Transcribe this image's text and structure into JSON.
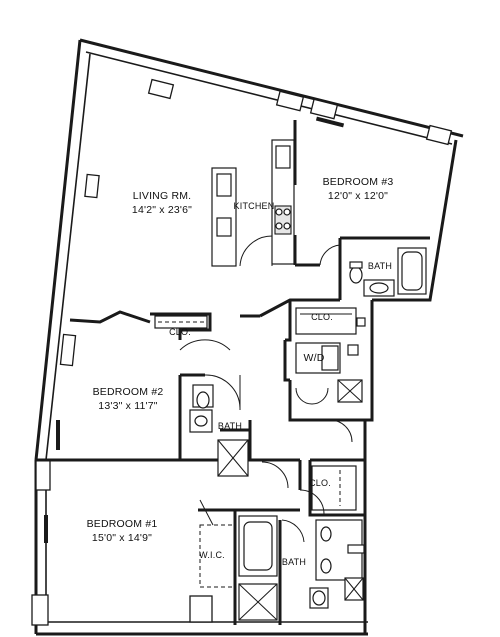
{
  "rooms": {
    "living": {
      "name": "LIVING RM.",
      "dims": "14'2\" x 23'6\""
    },
    "bedroom3": {
      "name": "BEDROOM #3",
      "dims": "12'0\" x 12'0\""
    },
    "bedroom2": {
      "name": "BEDROOM #2",
      "dims": "13'3\" x 11'7\""
    },
    "bedroom1": {
      "name": "BEDROOM #1",
      "dims": "15'0\" x 14'9\""
    }
  },
  "labels": {
    "kitchen": "KITCHEN",
    "bath_bed3": "BATH",
    "bath_bed2": "BATH",
    "bath_master": "BATH",
    "closet_hall": "CLO.",
    "closet_bed2": "CLO.",
    "closet_master": "CLO.",
    "washer_dryer": "W/D",
    "walk_in_closet": "W.I.C."
  }
}
